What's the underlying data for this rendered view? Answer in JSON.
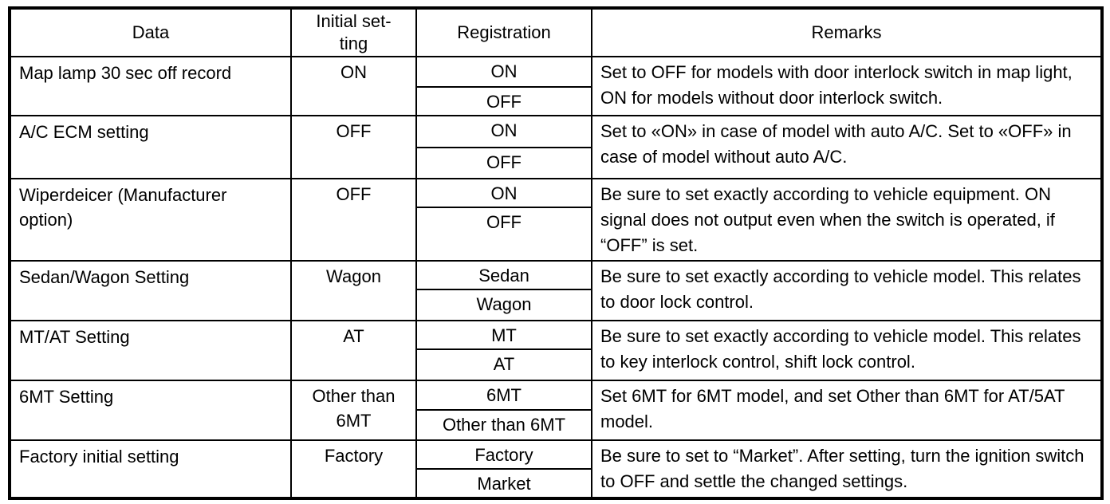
{
  "colors": {
    "background": "#ffffff",
    "border": "#000000",
    "text": "#000000"
  },
  "table": {
    "headers": {
      "data": "Data",
      "initial": "Initial set-\nting",
      "registration": "Registration",
      "remarks": "Remarks"
    },
    "rows": [
      {
        "data": "Map lamp 30 sec off record",
        "initial": "ON",
        "registration": [
          "ON",
          "OFF"
        ],
        "remarks": "Set to OFF for models with door interlock switch in map light, ON for models without door interlock switch."
      },
      {
        "data": "A/C ECM setting",
        "initial": "OFF",
        "registration": [
          "ON",
          "OFF"
        ],
        "remarks": "Set to «ON» in case of model with auto A/C. Set to «OFF» in case of model without auto A/C."
      },
      {
        "data": "Wiperdeicer (Manufacturer option)",
        "initial": "OFF",
        "registration": [
          "ON",
          "OFF"
        ],
        "remarks": "Be sure to set exactly according to vehicle equipment. ON signal does not output even when the switch is operated, if “OFF” is set."
      },
      {
        "data": "Sedan/Wagon Setting",
        "initial": "Wagon",
        "registration": [
          "Sedan",
          "Wagon"
        ],
        "remarks": "Be sure to set exactly according to vehicle model. This relates to door lock control."
      },
      {
        "data": "MT/AT Setting",
        "initial": "AT",
        "registration": [
          "MT",
          "AT"
        ],
        "remarks": "Be sure to set exactly according to vehicle model. This relates to key interlock control, shift lock control."
      },
      {
        "data": "6MT Setting",
        "initial": "Other than 6MT",
        "registration": [
          "6MT",
          "Other than 6MT"
        ],
        "remarks": "Set 6MT for 6MT model, and set Other than 6MT for AT/5AT model."
      },
      {
        "data": "Factory initial setting",
        "initial": "Factory",
        "registration": [
          "Factory",
          "Market"
        ],
        "remarks": "Be sure to set to “Market”. After setting, turn the ignition switch to OFF and settle the changed settings."
      }
    ]
  }
}
